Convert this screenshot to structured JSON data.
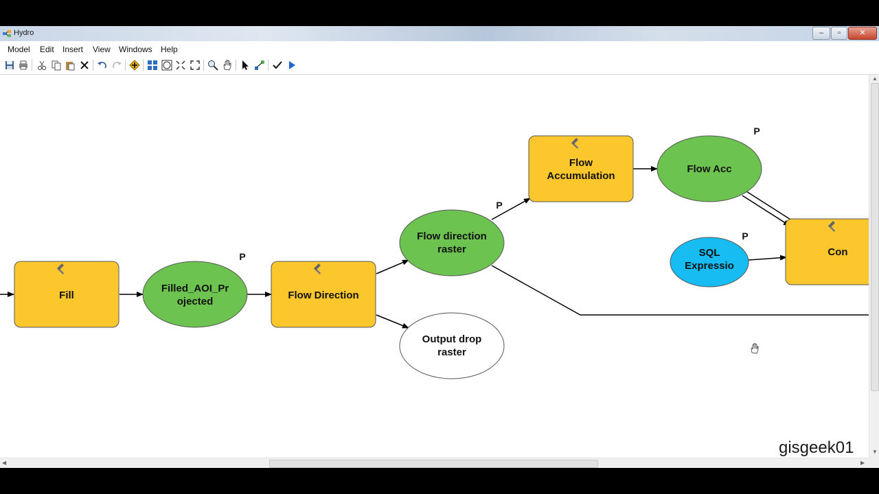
{
  "window": {
    "title": "Hydro",
    "controls": [
      "minimize",
      "maximize",
      "close"
    ]
  },
  "menu": [
    {
      "label": "Model"
    },
    {
      "label": "Edit"
    },
    {
      "label": "Insert"
    },
    {
      "label": "View"
    },
    {
      "label": "Windows"
    },
    {
      "label": "Help"
    }
  ],
  "toolbar": {
    "icons": [
      "save-icon",
      "print-icon",
      "cut-icon",
      "copy-icon",
      "paste-icon",
      "delete-icon",
      "undo-icon",
      "redo-icon",
      "add-data-icon",
      "auto-layout-icon",
      "full-extent-icon",
      "fixed-zoom-in-icon",
      "fixed-zoom-out-icon",
      "zoom-icon",
      "pan-icon",
      "select-icon",
      "connect-icon",
      "validate-icon",
      "run-icon"
    ]
  },
  "model": {
    "tools": [
      {
        "label_lines": [
          "Fill"
        ],
        "color": "#fcc72d"
      },
      {
        "label_lines": [
          "Flow Direction"
        ],
        "color": "#fcc72d"
      },
      {
        "label_lines": [
          "Flow",
          "Accumulation"
        ],
        "color": "#fcc72d"
      },
      {
        "label_lines": [
          "Con"
        ],
        "color": "#fcc72d"
      }
    ],
    "variables": [
      {
        "label_lines": [
          "Filled_AOI_Pr",
          "ojected"
        ],
        "color": "#6cc34f",
        "param": "P"
      },
      {
        "label_lines": [
          "Flow direction",
          "raster"
        ],
        "color": "#6cc34f",
        "param": "P"
      },
      {
        "label_lines": [
          "Output drop",
          "raster"
        ],
        "color": "#ffffff",
        "param": ""
      },
      {
        "label_lines": [
          "Flow Acc"
        ],
        "color": "#6cc34f",
        "param": "P"
      },
      {
        "label_lines": [
          "SQL",
          "Expressio"
        ],
        "color": "#17bdf2",
        "param": "P"
      }
    ]
  },
  "watermark": "gisgeek01"
}
